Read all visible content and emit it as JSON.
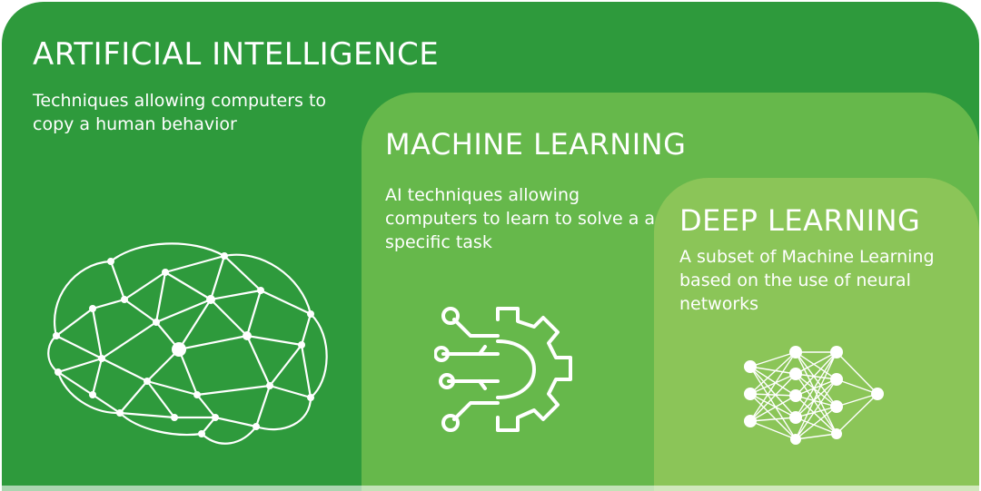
{
  "artificial_intelligence": {
    "title": "ARTIFICIAL INTELLIGENCE",
    "description": "Techniques allowing computers to copy a human behavior",
    "icon": "brain-network-icon"
  },
  "machine_learning": {
    "title": "MACHINE LEARNING",
    "description": "AI techniques allowing computers to learn to solve a a specific task",
    "icon": "gear-circuit-icon"
  },
  "deep_learning": {
    "title": "DEEP LEARNING",
    "description": "A subset of Machine Learning based on the use of neural networks",
    "icon": "neural-network-icon"
  },
  "colors": {
    "ai_green": "#2e9a3c",
    "ml_green": "#66b84b",
    "dl_green": "#8bc558",
    "text": "#ffffff"
  }
}
